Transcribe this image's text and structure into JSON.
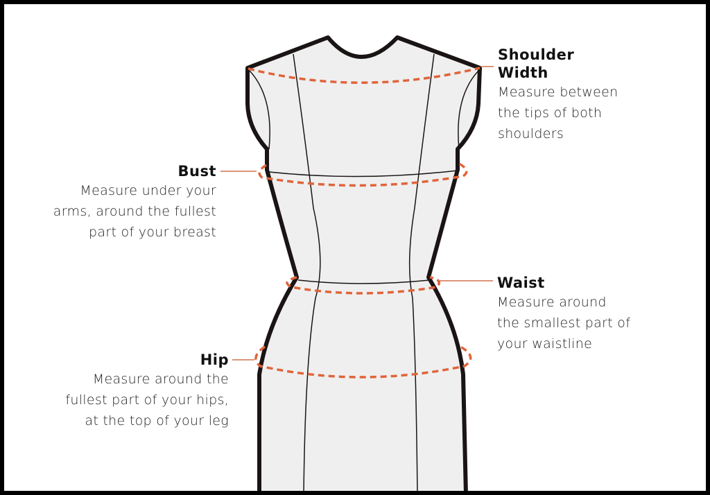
{
  "diagram": {
    "type": "dress-form measurement guide",
    "colors": {
      "border": "#000000",
      "background": "#ffffff",
      "body_fill": "#efefef",
      "outline": "#1a1414",
      "measure_line": "#e0643a",
      "leader_line": "#d0704a"
    }
  },
  "measurements": {
    "shoulder": {
      "title_line1": "Shoulder",
      "title_line2": "Width",
      "desc": [
        "Measure between",
        "the tips of both",
        "shoulders"
      ]
    },
    "bust": {
      "title": "Bust",
      "desc": [
        "Measure under your",
        "arms, around the fullest",
        "part of your breast"
      ]
    },
    "waist": {
      "title": "Waist",
      "desc": [
        "Measure around",
        "the smallest part of",
        "your waistline"
      ]
    },
    "hip": {
      "title": "Hip",
      "desc": [
        "Measure around the",
        "fullest part of your hips,",
        "at the top of your leg"
      ]
    }
  }
}
